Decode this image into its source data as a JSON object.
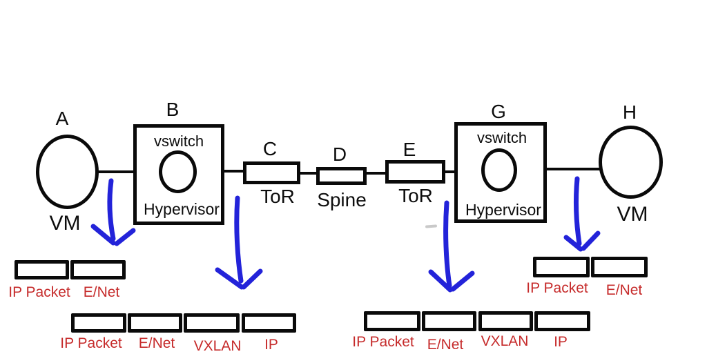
{
  "nodes": {
    "a": {
      "letter": "A",
      "label": "VM"
    },
    "b": {
      "letter": "B",
      "vswitch": "vswitch",
      "hypervisor": "Hypervisor"
    },
    "c": {
      "letter": "C",
      "label": "ToR"
    },
    "d": {
      "letter": "D",
      "label": "Spine"
    },
    "e": {
      "letter": "E",
      "label": "ToR"
    },
    "g": {
      "letter": "G",
      "vswitch": "vswitch",
      "hypervisor": "Hypervisor"
    },
    "h": {
      "letter": "H",
      "label": "VM"
    }
  },
  "packet_groups": [
    {
      "id": "vm-a-frame",
      "labels": [
        "IP Packet",
        "E/Net"
      ]
    },
    {
      "id": "vxlan-encap-left",
      "labels": [
        "IP Packet",
        "E/Net",
        "VXLAN",
        "IP"
      ]
    },
    {
      "id": "vxlan-encap-right",
      "labels": [
        "IP Packet",
        "E/Net",
        "VXLAN",
        "IP"
      ]
    },
    {
      "id": "vm-h-frame",
      "labels": [
        "IP Packet",
        "E/Net"
      ]
    }
  ],
  "colors": {
    "ink": "#0a0a0a",
    "packet_label": "#c62b2b",
    "arrow": "#2323d9"
  }
}
